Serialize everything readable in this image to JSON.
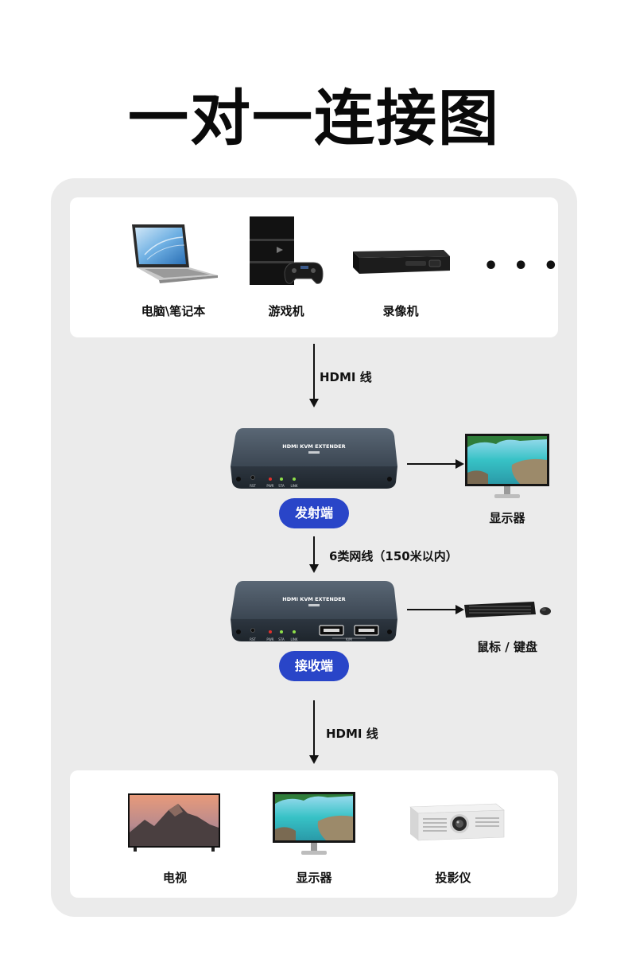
{
  "title": "一对一连接图",
  "sources": [
    {
      "label": "电脑\\笔记本",
      "icon": "laptop-icon"
    },
    {
      "label": "游戏机",
      "icon": "game-console-icon"
    },
    {
      "label": "录像机",
      "icon": "video-recorder-icon"
    }
  ],
  "more_symbol": "• • •",
  "links": {
    "source_cable": "HDMI 线",
    "network_cable": "6类网线（150米以内）",
    "output_cable": "HDMI 线"
  },
  "transmitter": {
    "label": "发射端",
    "device_text": "HDMI KVM EXTENDER",
    "ports": [
      "RST",
      "PWR",
      "STA",
      "LINK"
    ],
    "local_display_label": "显示器"
  },
  "receiver": {
    "label": "接收端",
    "device_text": "HDMI KVM EXTENDER",
    "ports": [
      "RST",
      "PWR",
      "STA",
      "LINK"
    ],
    "usb_label": "K/M",
    "peripheral_label": "鼠标 / 键盘"
  },
  "outputs": [
    {
      "label": "电视",
      "icon": "tv-icon"
    },
    {
      "label": "显示器",
      "icon": "monitor-icon"
    },
    {
      "label": "投影仪",
      "icon": "projector-icon"
    }
  ],
  "colors": {
    "accent": "#2945c8",
    "panel": "#ebebeb",
    "device_body": "#3b4652",
    "led_red": "#e0302c",
    "led_green": "#8fe04a"
  }
}
